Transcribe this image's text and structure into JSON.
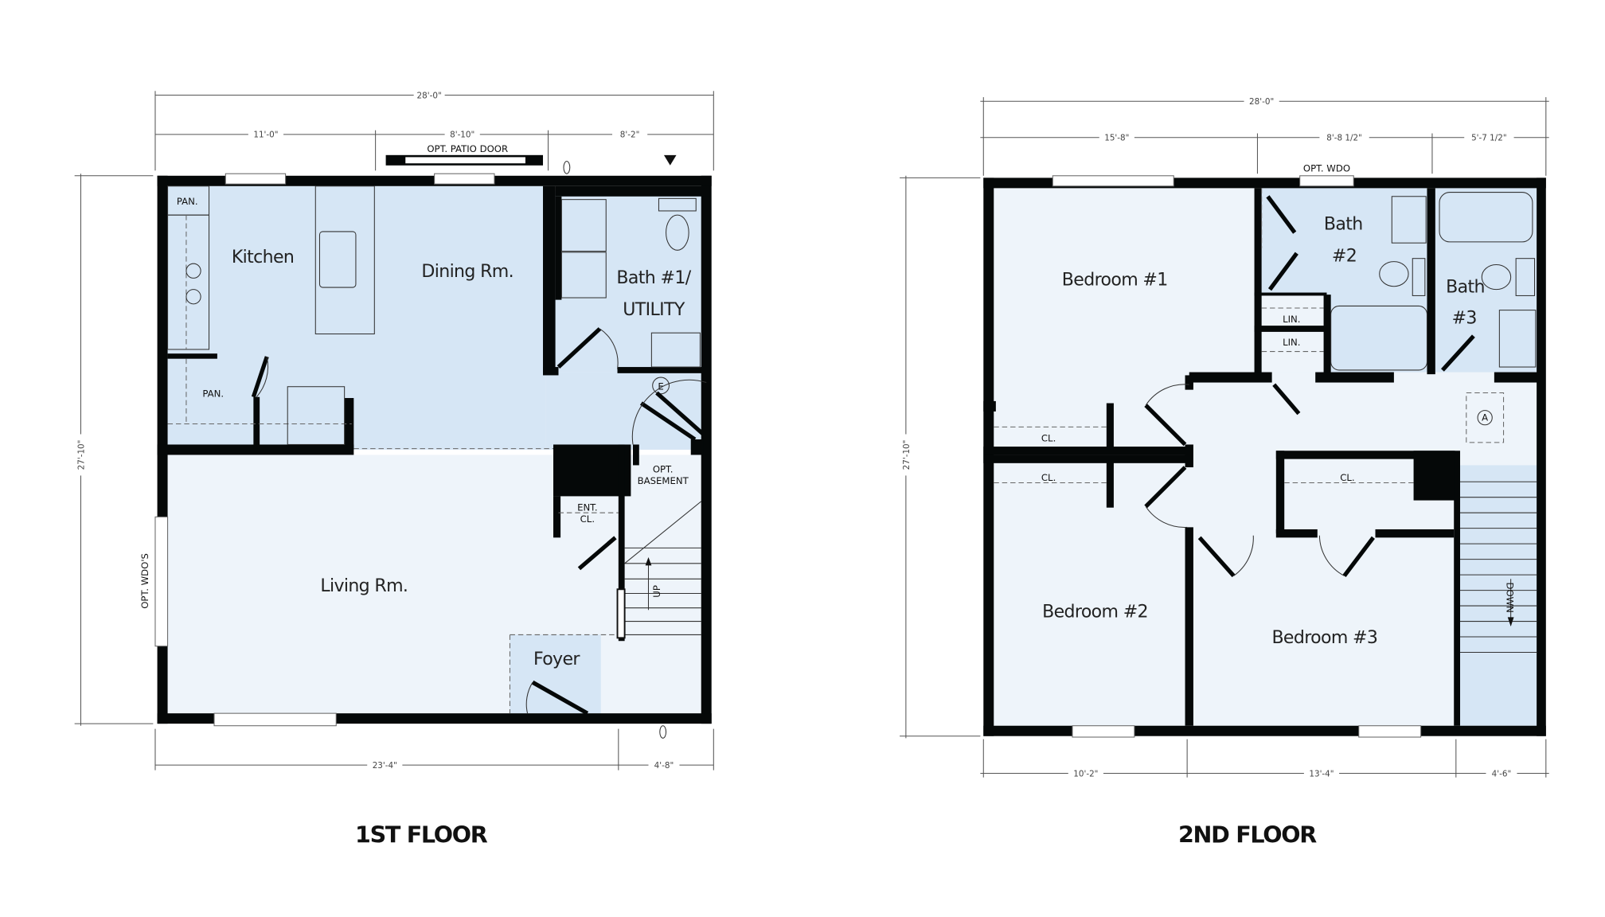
{
  "floors": [
    {
      "title": "1ST FLOOR",
      "dims": {
        "overall": "28'-0\"",
        "top": [
          "11'-0\"",
          "8'-10\"",
          "8'-2\""
        ],
        "bottom": [
          "23'-4\"",
          "4'-8\""
        ],
        "side": "27'-10\""
      },
      "rooms": {
        "kitchen": "Kitchen",
        "dining": "Dining Rm.",
        "bath_line1": "Bath #1/",
        "bath_line2": "UTILITY",
        "pantry_top": "PAN.",
        "pantry": "PAN.",
        "living": "Living Rm.",
        "foyer": "Foyer",
        "ent_cl_1": "ENT.",
        "ent_cl_2": "CL.",
        "basement_1": "OPT.",
        "basement_2": "BASEMENT"
      },
      "notes": {
        "patio_door": "OPT. PATIO DOOR",
        "side_windows": "OPT. WDO'S",
        "stairs": "UP",
        "meter": "E"
      }
    },
    {
      "title": "2ND FLOOR",
      "dims": {
        "overall": "28'-0\"",
        "top": [
          "15'-8\"",
          "8'-8 1/2\"",
          "5'-7 1/2\""
        ],
        "bottom": [
          "10'-2\"",
          "13'-4\"",
          "4'-6\""
        ],
        "side": "27'-10\""
      },
      "rooms": {
        "bedroom1": "Bedroom #1",
        "bath2_1": "Bath",
        "bath2_2": "#2",
        "bath3_1": "Bath",
        "bath3_2": "#3",
        "lin1": "LIN.",
        "lin2": "LIN.",
        "cl1": "CL.",
        "cl2": "CL.",
        "cl3": "CL.",
        "bedroom2": "Bedroom #2",
        "bedroom3": "Bedroom #3"
      },
      "notes": {
        "opt_window": "OPT. WDO",
        "stairs": "DOWN",
        "attic": "A"
      }
    }
  ]
}
